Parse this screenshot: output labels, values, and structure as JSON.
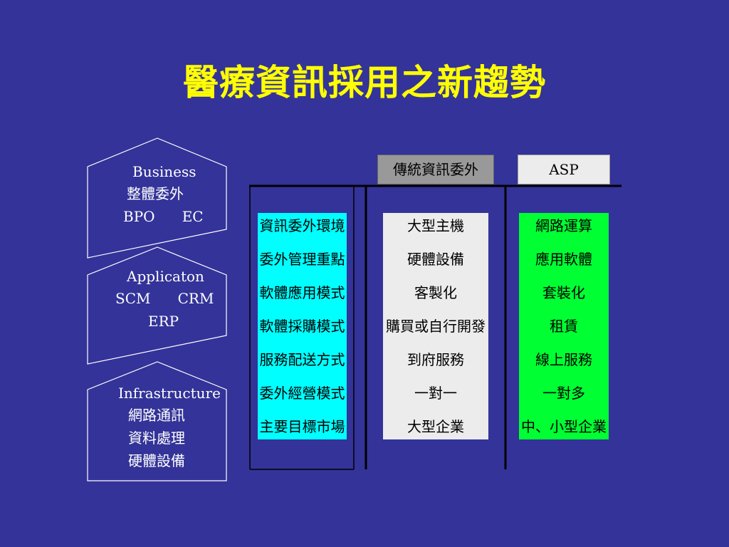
{
  "title": "醫療資訊採用之新趨勢",
  "stack": {
    "business": {
      "line1": "Business",
      "line2": "整體委外",
      "line3": "BPO      EC"
    },
    "application": {
      "line1": "Applicaton",
      "line2": "SCM      CRM",
      "line3": "ERP"
    },
    "infrastructure": {
      "line1": "Infrastructure",
      "line2": "網路通訊",
      "line3": "資料處理",
      "line4": "硬體設備"
    }
  },
  "headers": {
    "traditional": "傳統資訊委外",
    "asp": "ASP"
  },
  "rows": [
    {
      "label": "資訊委外環境",
      "traditional": "大型主機",
      "asp": "網路運算"
    },
    {
      "label": "委外管理重點",
      "traditional": "硬體設備",
      "asp": "應用軟體"
    },
    {
      "label": "軟體應用模式",
      "traditional": "客製化",
      "asp": "套裝化"
    },
    {
      "label": "軟體採購模式",
      "traditional": "購買或自行開發",
      "asp": "租賃"
    },
    {
      "label": "服務配送方式",
      "traditional": "到府服務",
      "asp": "線上服務"
    },
    {
      "label": "委外經營模式",
      "traditional": "一對一",
      "asp": "一對多"
    },
    {
      "label": "主要目標市場",
      "traditional": "大型企業",
      "asp": "中、小型企業"
    }
  ],
  "colors": {
    "background": "#333399",
    "title": "#ffff00",
    "label_column": "#00ffff",
    "traditional_column": "#ececec",
    "asp_column": "#00ff33"
  }
}
